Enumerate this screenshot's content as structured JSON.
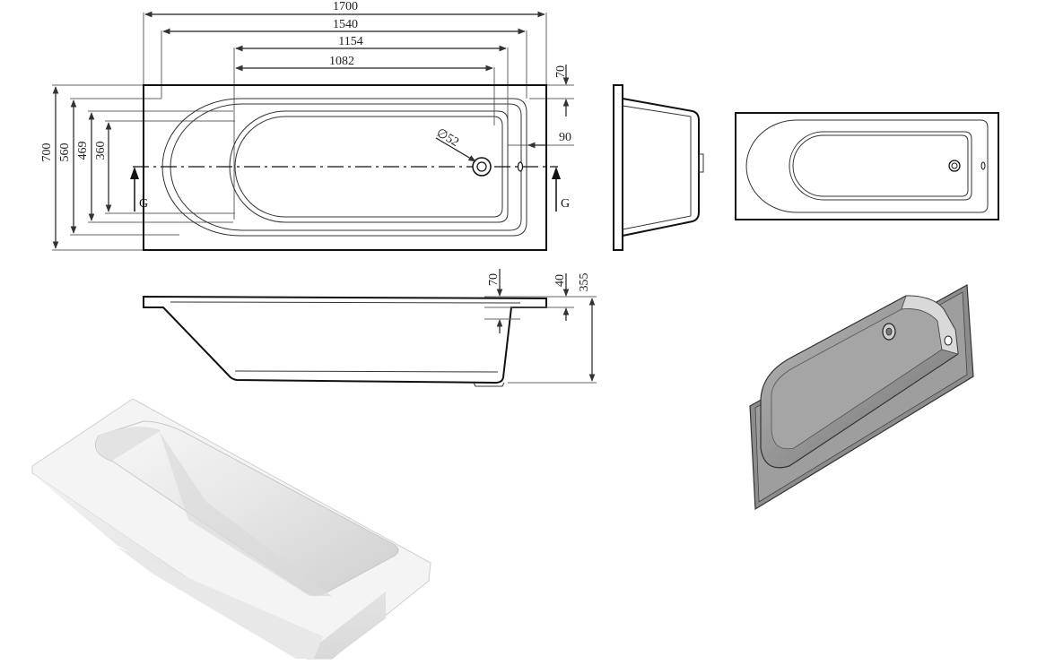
{
  "dimensions": {
    "overall_length": "1700",
    "outer_rim_length": "1540",
    "inner_length": "1154",
    "base_length": "1082",
    "rim_inset": "70",
    "drain_offset": "90",
    "drain_diameter": "∅52",
    "overall_width": "700",
    "outer_rim_width": "560",
    "inner_width": "469",
    "base_width": "360",
    "rim_thickness": "70",
    "lip_height": "40",
    "overall_height": "355"
  },
  "section_markers": {
    "left": "G",
    "right": "G"
  },
  "colors": {
    "line": "#111111",
    "dimension": "#666666",
    "render_grey": "#9a9a9a",
    "render_white": "#f3f3f3"
  }
}
